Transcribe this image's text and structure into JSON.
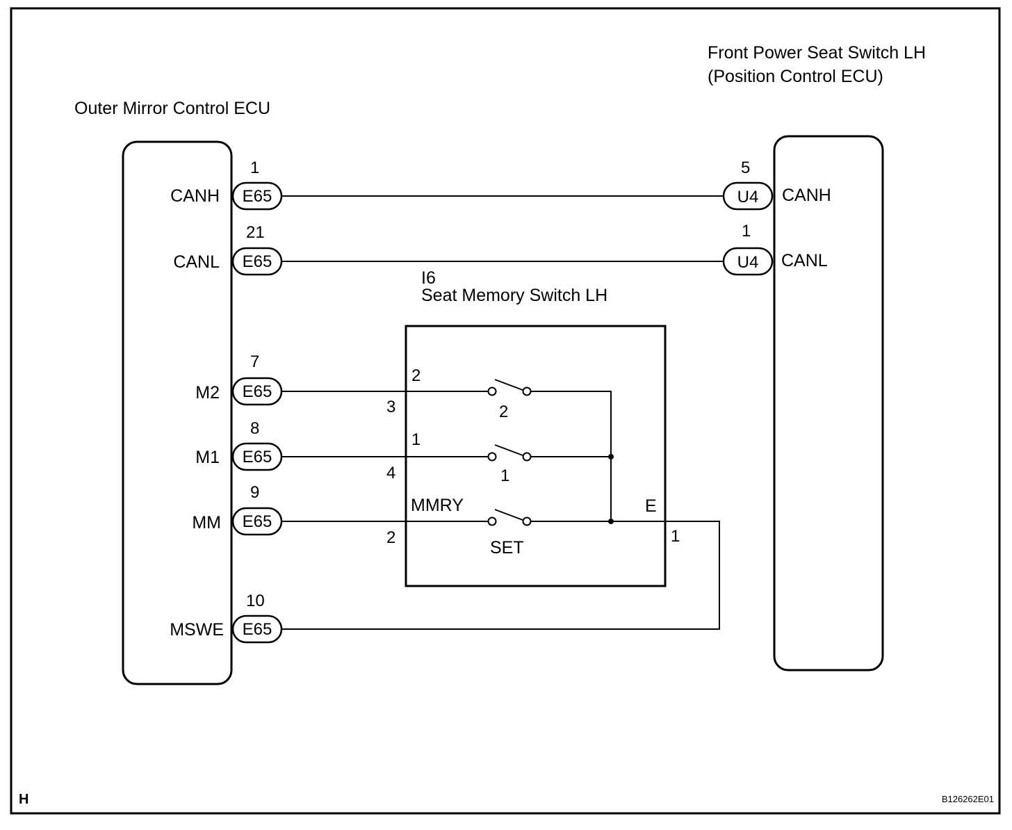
{
  "outer_mirror_ecu": {
    "title": "Outer Mirror Control ECU",
    "terminals": [
      {
        "label": "CANH",
        "pin": "1",
        "connector": "E65"
      },
      {
        "label": "CANL",
        "pin": "21",
        "connector": "E65"
      },
      {
        "label": "M2",
        "pin": "7",
        "connector": "E65"
      },
      {
        "label": "M1",
        "pin": "8",
        "connector": "E65"
      },
      {
        "label": "MM",
        "pin": "9",
        "connector": "E65"
      },
      {
        "label": "MSWE",
        "pin": "10",
        "connector": "E65"
      }
    ]
  },
  "front_power_seat_switch": {
    "title_line1": "Front Power Seat Switch LH",
    "title_line2": "(Position Control ECU)",
    "terminals": [
      {
        "label": "CANH",
        "pin": "5",
        "connector": "U4"
      },
      {
        "label": "CANL",
        "pin": "1",
        "connector": "U4"
      }
    ]
  },
  "seat_memory_switch": {
    "code": "I6",
    "title": "Seat Memory Switch LH",
    "inner_labels": {
      "sw2_in": "2",
      "sw1_in": "1",
      "mmry": "MMRY",
      "ground": "E"
    },
    "outer_pins": {
      "m2": "3",
      "m1": "4",
      "mm": "2",
      "e": "1"
    },
    "switch_labels": {
      "sw2": "2",
      "sw1": "1",
      "set": "SET"
    }
  },
  "footer": {
    "corner_mark": "H",
    "figure_code": "B126262E01"
  }
}
